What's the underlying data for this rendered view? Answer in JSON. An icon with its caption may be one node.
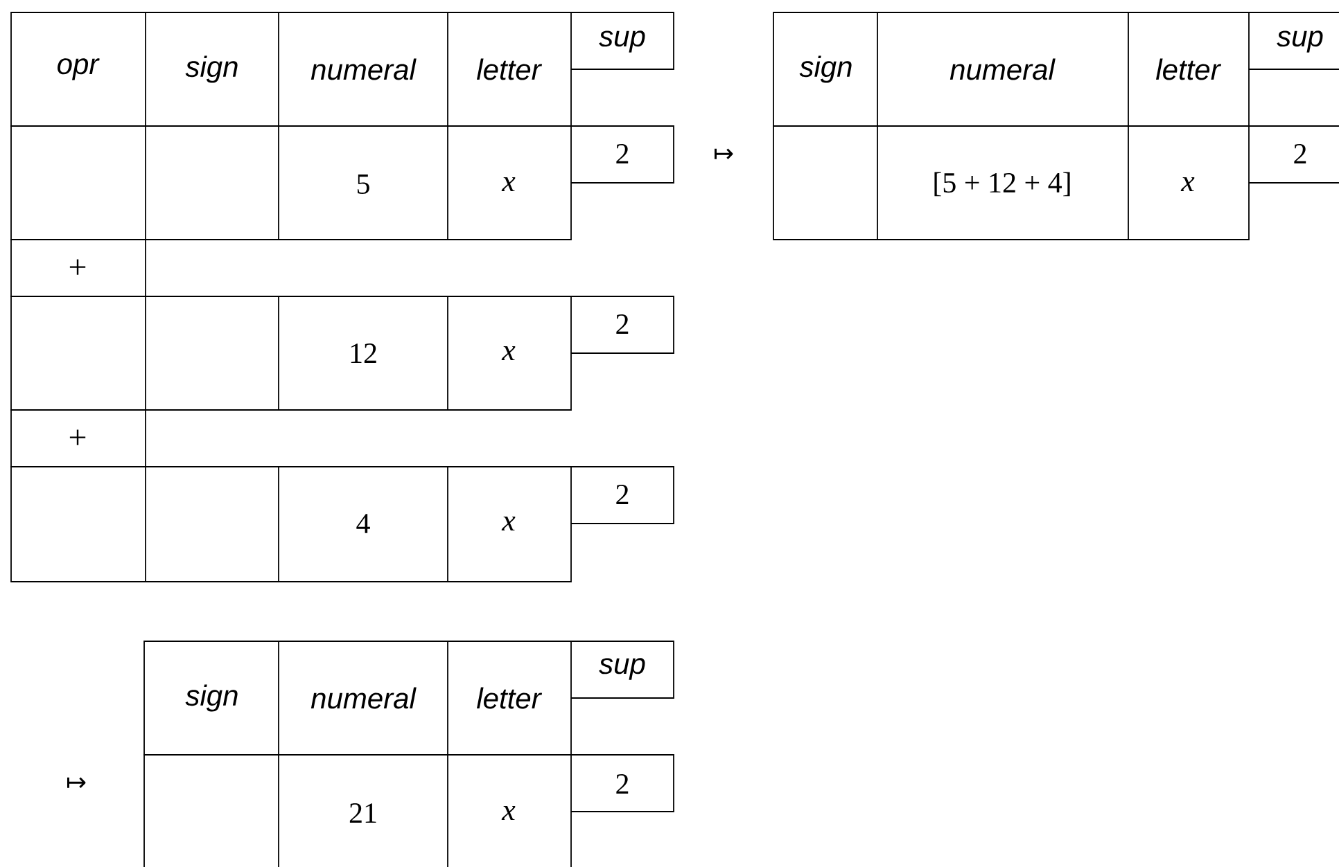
{
  "diagram": {
    "labels": [
      "opr",
      "sign",
      "numeral",
      "letter",
      "sup",
      "sign",
      "numeral",
      "letter",
      "sup",
      "5",
      "x",
      "2",
      "↦",
      "[5 + 12 + 4]",
      "x",
      "2",
      "+",
      "12",
      "x",
      "2",
      "+",
      "4",
      "x",
      "2",
      "↦",
      "sign",
      "numeral",
      "letter",
      "sup",
      "21",
      "x",
      "2"
    ]
  }
}
